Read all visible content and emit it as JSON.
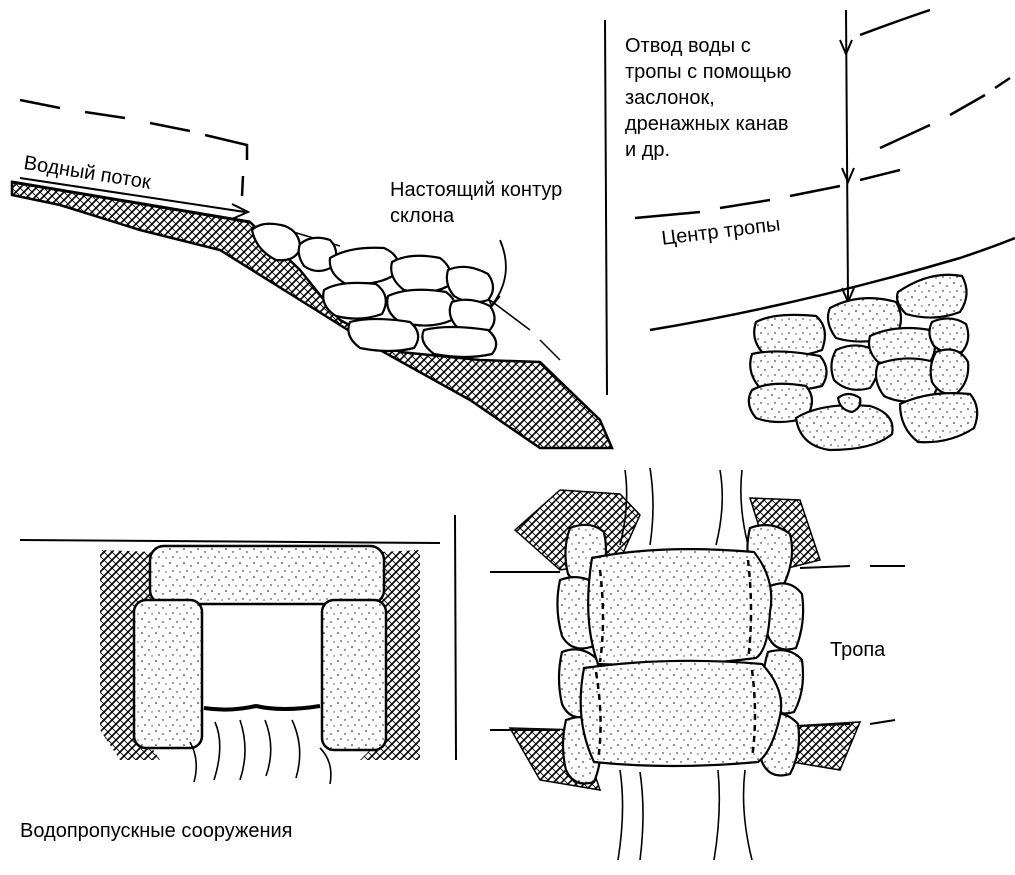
{
  "labels": {
    "water_flow": "Водный поток",
    "true_slope_contour": "Настоящий контур\nсклона",
    "drainage_note": "Отвод воды с\nтропы с помощью\nзаслонок,\nдренажных канав\nи др.",
    "trail_center": "Центр тропы",
    "trail": "Тропа",
    "culverts": "Водопропускные сооружения"
  },
  "colors": {
    "ink": "#000000",
    "paper": "#ffffff"
  }
}
